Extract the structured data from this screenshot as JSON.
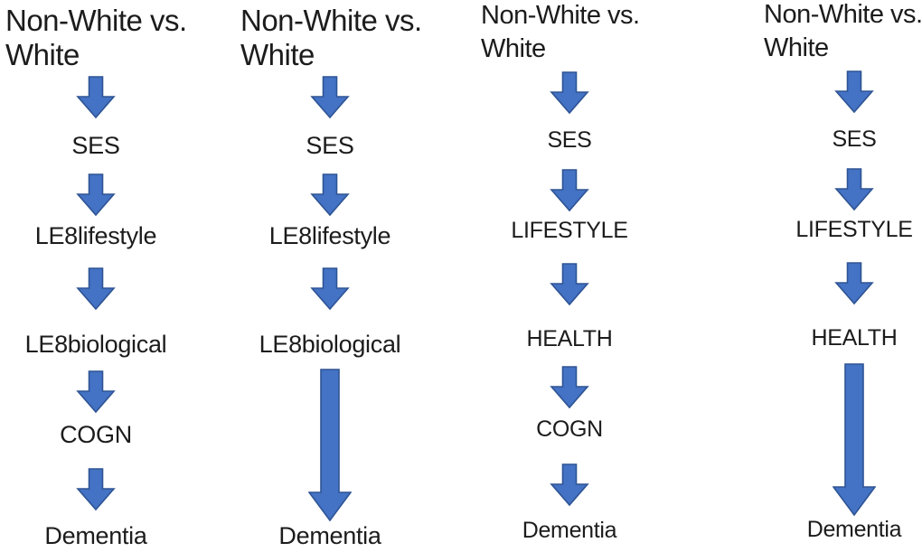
{
  "figure": {
    "description": "Four vertical mediation pathway diagrams from Non-White vs. White to Dementia",
    "background_color": "#ffffff",
    "text_color": "#1c1c1c",
    "arrow": {
      "name": "down-arrow",
      "fill_color": "#4472C4",
      "stroke_color": "#2E5494"
    }
  },
  "columns": [
    {
      "title_line1": "Non-White vs.",
      "title_line2": "White",
      "labels": [
        "SES",
        "LE8lifestyle",
        "LE8biological",
        "COGN",
        "Dementia"
      ],
      "arrows": [
        "short",
        "short",
        "short",
        "short",
        "short"
      ]
    },
    {
      "title_line1": "Non-White vs.",
      "title_line2": "White",
      "labels": [
        "SES",
        "LE8lifestyle",
        "LE8biological",
        "Dementia"
      ],
      "arrows": [
        "short",
        "short",
        "short",
        "long"
      ]
    },
    {
      "title_line1": "Non-White vs.",
      "title_line2": "White",
      "labels": [
        "SES",
        "LIFESTYLE",
        "HEALTH",
        "COGN",
        "Dementia"
      ],
      "arrows": [
        "short",
        "short",
        "short",
        "short",
        "short"
      ]
    },
    {
      "title_line1": "Non-White vs.",
      "title_line2": "White",
      "labels": [
        "SES",
        "LIFESTYLE",
        "HEALTH",
        "Dementia"
      ],
      "arrows": [
        "short",
        "short",
        "short",
        "long"
      ]
    }
  ]
}
